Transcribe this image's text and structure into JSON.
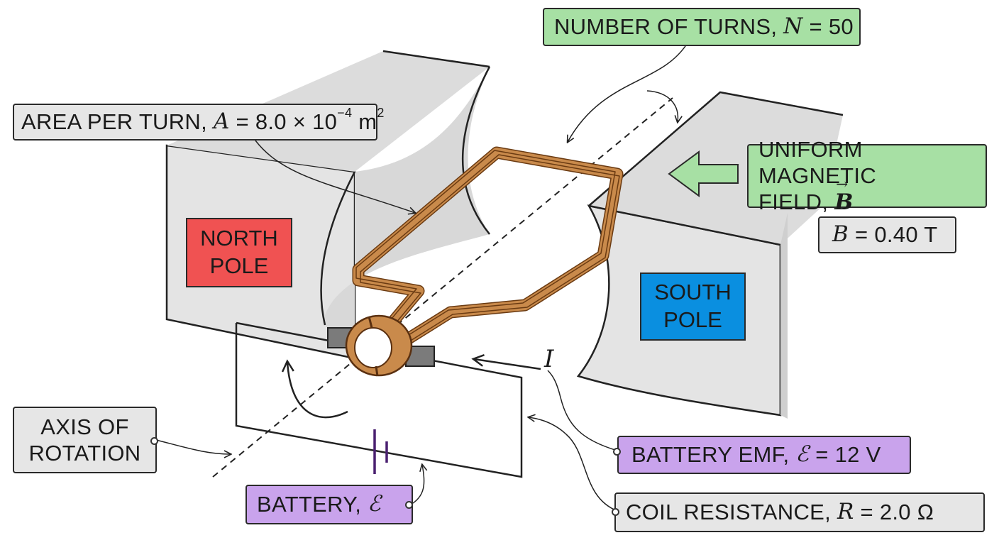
{
  "labels": {
    "turns": {
      "prefix": "NUMBER OF TURNS, ",
      "symbol": "N",
      "value": " = 50"
    },
    "area": {
      "prefix": "AREA PER TURN, ",
      "symbol": "A",
      "value": " = 8.0 × 10",
      "exp": "−4",
      "unit": " m",
      "unit_exp": "2"
    },
    "field": {
      "line1": "UNIFORM MAGNETIC",
      "line2": "FIELD, ",
      "symbol": "B"
    },
    "field_value": {
      "symbol": "B",
      "value": " = 0.40 T"
    },
    "north": {
      "line1": "NORTH",
      "line2": "POLE"
    },
    "south": {
      "line1": "SOUTH",
      "line2": "POLE"
    },
    "axis": {
      "line1": "AXIS OF",
      "line2": "ROTATION"
    },
    "current": {
      "symbol": "I"
    },
    "emf": {
      "prefix": "BATTERY EMF, ",
      "symbol": "ℰ",
      "value": " = 12 V"
    },
    "battery": {
      "prefix": "BATTERY, ",
      "symbol": "ℰ"
    },
    "resistance": {
      "prefix": "COIL RESISTANCE, ",
      "symbol": "R",
      "value": " = 2.0 Ω"
    }
  },
  "colors": {
    "magnet_fill": "#e4e4e4",
    "coil": "#c98a4b",
    "coil_dark": "#6b3b12",
    "north_pole": "#f05252",
    "south_pole": "#0a8fe0",
    "label_green": "#a7e0a4",
    "label_purple": "#c9a3ec",
    "label_gray": "#e6e6e6",
    "battery_line": "#4a2070"
  }
}
